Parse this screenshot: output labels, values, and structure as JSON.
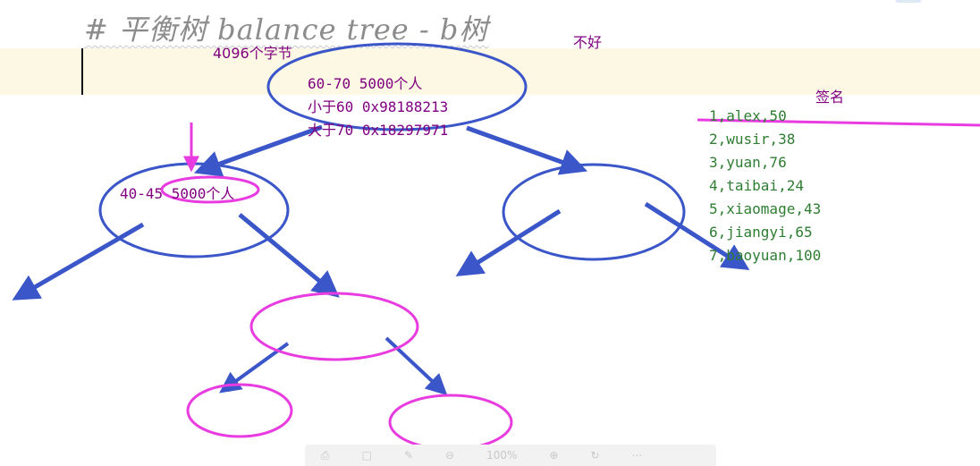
{
  "heading": "# 平衡树 balance tree - b树",
  "notes": {
    "bad": "不好",
    "bytes": "4096个字节",
    "signature": "签名"
  },
  "root_node": {
    "line1": "60-70 5000个人",
    "line2": "小于60 0x98188213",
    "line3": "大于70 0x18297971"
  },
  "left_node": {
    "label": "40-45 5000个人"
  },
  "records": [
    "1,alex,50",
    "2,wusir,38",
    "3,yuan,76",
    "4,taibai,24",
    "5,xiaomage,43",
    "6,jiangyi,65",
    "7,baoyuan,100"
  ],
  "viewer_toolbar": {
    "zoom": "100%"
  },
  "colors": {
    "blue_ink": "#3a56c8",
    "magenta_ink": "#e83ce0",
    "purple_text": "#800080",
    "green_text": "#2e7d32",
    "highlight_band": "#fdf8e4"
  }
}
